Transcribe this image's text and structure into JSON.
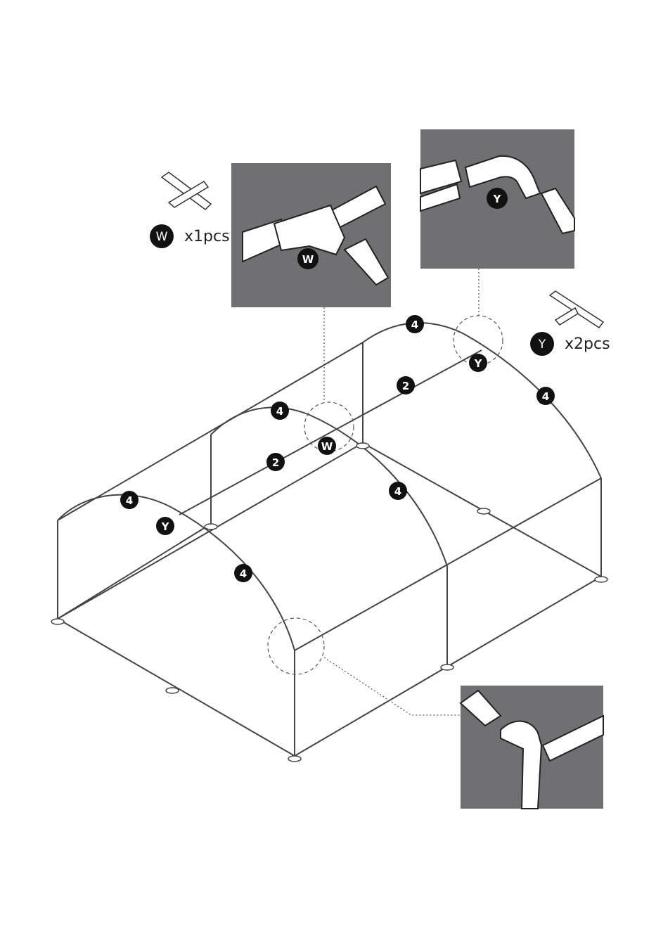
{
  "colors": {
    "frame": "#444444",
    "detail_bg": "#707073",
    "marker": "#111111",
    "marker_text": "#ffffff",
    "connector": "#ffffff"
  },
  "parts_legend": [
    {
      "letter": "W",
      "quantity": "x1pcs",
      "icon": "cross-connector-icon"
    },
    {
      "letter": "Y",
      "quantity": "x2pcs",
      "icon": "t-connector-icon"
    }
  ],
  "details": [
    {
      "name": "detail-w",
      "letter": "W"
    },
    {
      "name": "detail-y",
      "letter": "Y"
    },
    {
      "name": "detail-corner",
      "letter": ""
    }
  ],
  "markers": [
    "4",
    "4",
    "4",
    "4",
    "4",
    "4",
    "2",
    "2",
    "Y",
    "Y",
    "W"
  ]
}
